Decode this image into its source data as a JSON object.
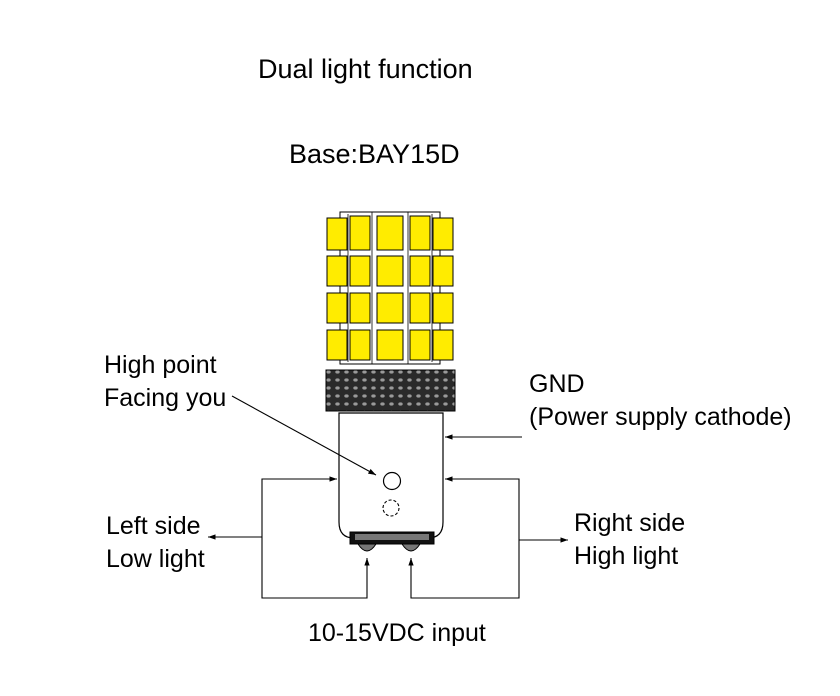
{
  "title": "Dual light function",
  "subtitle": "Base:BAY15D",
  "labels": {
    "high_point_line1": "High point",
    "high_point_line2": "Facing you",
    "gnd_line1": "GND",
    "gnd_line2": "(Power supply cathode)",
    "left_line1": "Left side",
    "left_line2": "Low light",
    "right_line1": "Right side",
    "right_line2": "High light",
    "input": "10-15VDC input"
  },
  "colors": {
    "led": "#ffec00",
    "line": "#000000",
    "heatsink": "#2a2a2a"
  }
}
